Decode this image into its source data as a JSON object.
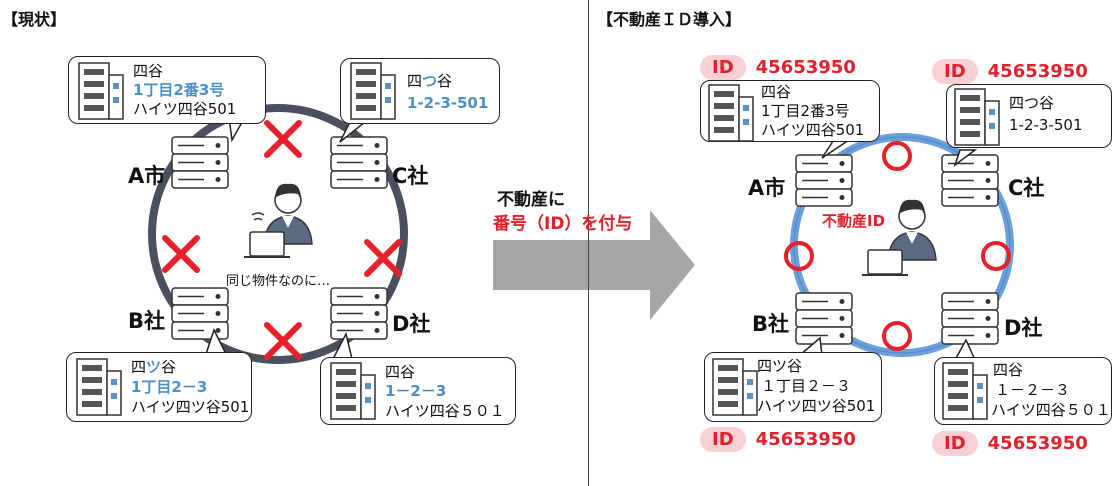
{
  "current": {
    "title": "【現状】",
    "nodes": {
      "a": "A市",
      "b": "B社",
      "c": "C社",
      "d": "D社"
    },
    "address_a": {
      "l1": "四谷",
      "l2": "1丁目2番3号",
      "l3": "ハイツ四谷501"
    },
    "address_b": {
      "l1a": "四",
      "l1b": "ツ",
      "l1c": "谷",
      "l2": "1丁目2－3",
      "l3": "ハイツ四ツ谷501"
    },
    "address_c": {
      "l1a": "四",
      "l1b": "つ",
      "l1c": "谷",
      "l2": "1-2-3-501"
    },
    "address_d": {
      "l1": "四谷",
      "l2": "1－2－3",
      "l3": "ハイツ四谷５０１"
    },
    "caption": "同じ物件なのに…"
  },
  "arrow": {
    "line1": "不動産に",
    "line2": "番号（ID）を付与"
  },
  "after": {
    "title": "【不動産ＩＤ導入】",
    "nodes": {
      "a": "A市",
      "b": "B社",
      "c": "C社",
      "d": "D社"
    },
    "ring_label": "不動産ID",
    "id_tag": "ID",
    "id_value": "45653950",
    "address_a": {
      "l1": "四谷",
      "l2": "1丁目2番3号",
      "l3": "ハイツ四谷501"
    },
    "address_b": {
      "l1": "四ツ谷",
      "l2": "１丁目２－３",
      "l3": "ハイツ四ツ谷501"
    },
    "address_c": {
      "l1": "四つ谷",
      "l2": "1-2-3-501"
    },
    "address_d": {
      "l1": "四谷",
      "l2": "１－２－３",
      "l3": "ハイツ四谷５０１"
    }
  },
  "colors": {
    "ring_left": "#4a5060",
    "ring_right": "#6a9fdc",
    "cross": "#e8202a",
    "accent_blue": "#4a90c8"
  }
}
